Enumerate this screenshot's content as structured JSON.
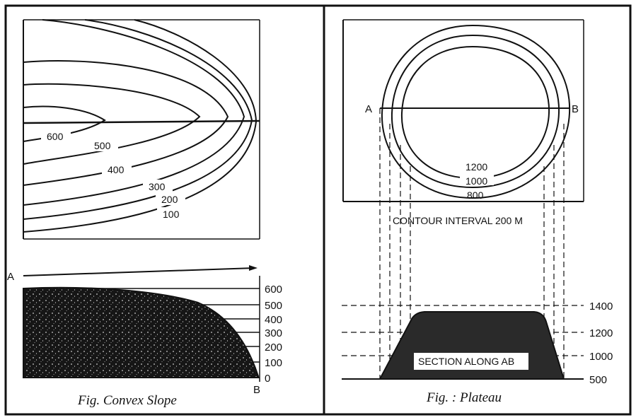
{
  "left_figure": {
    "caption": "Fig. Convex Slope",
    "contour_labels": [
      "600",
      "500",
      "400",
      "300",
      "200",
      "100"
    ],
    "point_a": "A",
    "point_b": "B",
    "section_scale": [
      "600",
      "500",
      "400",
      "300",
      "200",
      "100",
      "0"
    ]
  },
  "right_figure": {
    "caption": "Fig. : Plateau",
    "contour_labels": [
      "1200",
      "1000",
      "800"
    ],
    "point_a": "A",
    "point_b": "B",
    "interval_note": "CONTOUR INTERVAL 200 M",
    "section_label": "SECTION ALONG AB",
    "section_scale": [
      "1400",
      "1200",
      "1000",
      "500"
    ]
  },
  "colors": {
    "ink": "#111111",
    "paper": "#ffffff",
    "fill_dark": "#1a1a1a",
    "fill_grey": "#2b2b2b"
  }
}
